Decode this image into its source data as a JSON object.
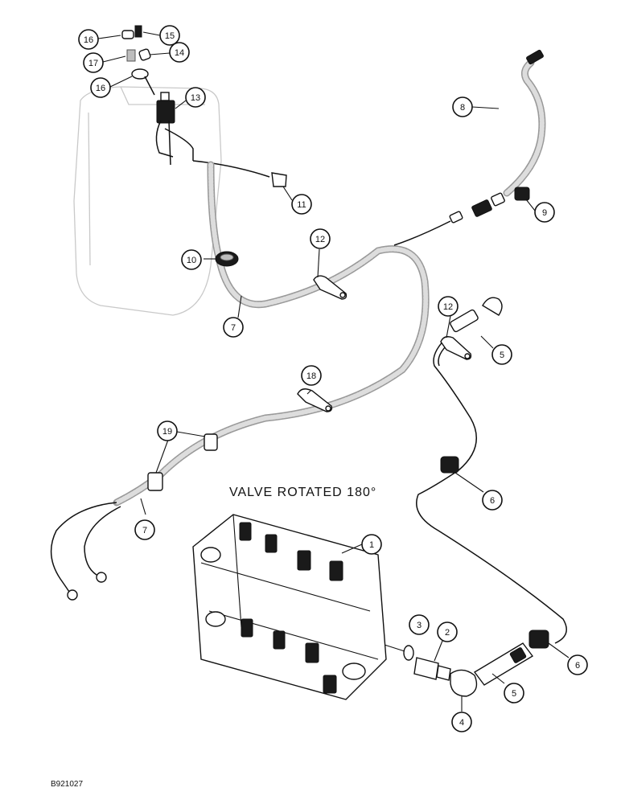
{
  "caption": "VALVE ROTATED 180°",
  "figure_code": "B921027",
  "callouts": [
    {
      "id": "c16a",
      "label": "16"
    },
    {
      "id": "c15",
      "label": "15"
    },
    {
      "id": "c17",
      "label": "17"
    },
    {
      "id": "c14",
      "label": "14"
    },
    {
      "id": "c16b",
      "label": "16"
    },
    {
      "id": "c13",
      "label": "13"
    },
    {
      "id": "c8",
      "label": "8"
    },
    {
      "id": "c11",
      "label": "11"
    },
    {
      "id": "c9",
      "label": "9"
    },
    {
      "id": "c12a",
      "label": "12"
    },
    {
      "id": "c10",
      "label": "10"
    },
    {
      "id": "c7a",
      "label": "7"
    },
    {
      "id": "c12b",
      "label": "12"
    },
    {
      "id": "c5a",
      "label": "5"
    },
    {
      "id": "c18",
      "label": "18"
    },
    {
      "id": "c19",
      "label": "19"
    },
    {
      "id": "c6a",
      "label": "6"
    },
    {
      "id": "c7b",
      "label": "7"
    },
    {
      "id": "c1",
      "label": "1"
    },
    {
      "id": "c3",
      "label": "3"
    },
    {
      "id": "c2",
      "label": "2"
    },
    {
      "id": "c6b",
      "label": "6"
    },
    {
      "id": "c5b",
      "label": "5"
    },
    {
      "id": "c4",
      "label": "4"
    }
  ]
}
